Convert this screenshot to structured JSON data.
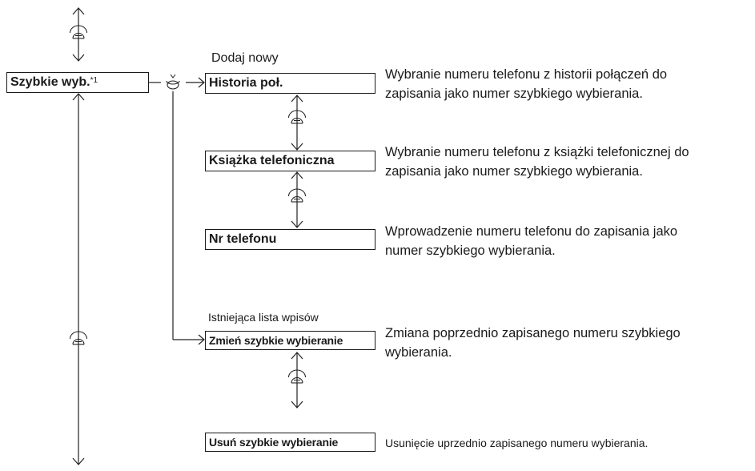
{
  "menu": {
    "root_label": "Szybkie wyb.",
    "root_footnote": "*1"
  },
  "groups": {
    "add_new": "Dodaj nowy",
    "existing": "Istniejąca lista wpisów"
  },
  "options": [
    {
      "label": "Historia poł.",
      "description": [
        "Wybranie numeru telefonu z historii połączeń do",
        "zapisania jako numer szybkiego wybierania."
      ]
    },
    {
      "label": "Książka telefoniczna",
      "description": [
        "Wybranie numeru telefonu z książki telefonicznej do",
        "zapisania jako numer szybkiego wybierania."
      ]
    },
    {
      "label": "Nr telefonu",
      "description": [
        "Wprowadzenie numeru telefonu do zapisania jako",
        "numer szybkiego wybierania."
      ]
    },
    {
      "label": "Zmień szybkie wybieranie",
      "description": [
        "Zmiana poprzednio zapisanego numeru szybkiego",
        "wybierania."
      ]
    },
    {
      "label": "Usuń szybkie wybieranie",
      "description": [
        "Usunięcie uprzednio zapisanego numeru wybierania."
      ]
    }
  ],
  "icons": {
    "rotate": "rotate-dial-icon",
    "press": "press-dial-icon"
  }
}
